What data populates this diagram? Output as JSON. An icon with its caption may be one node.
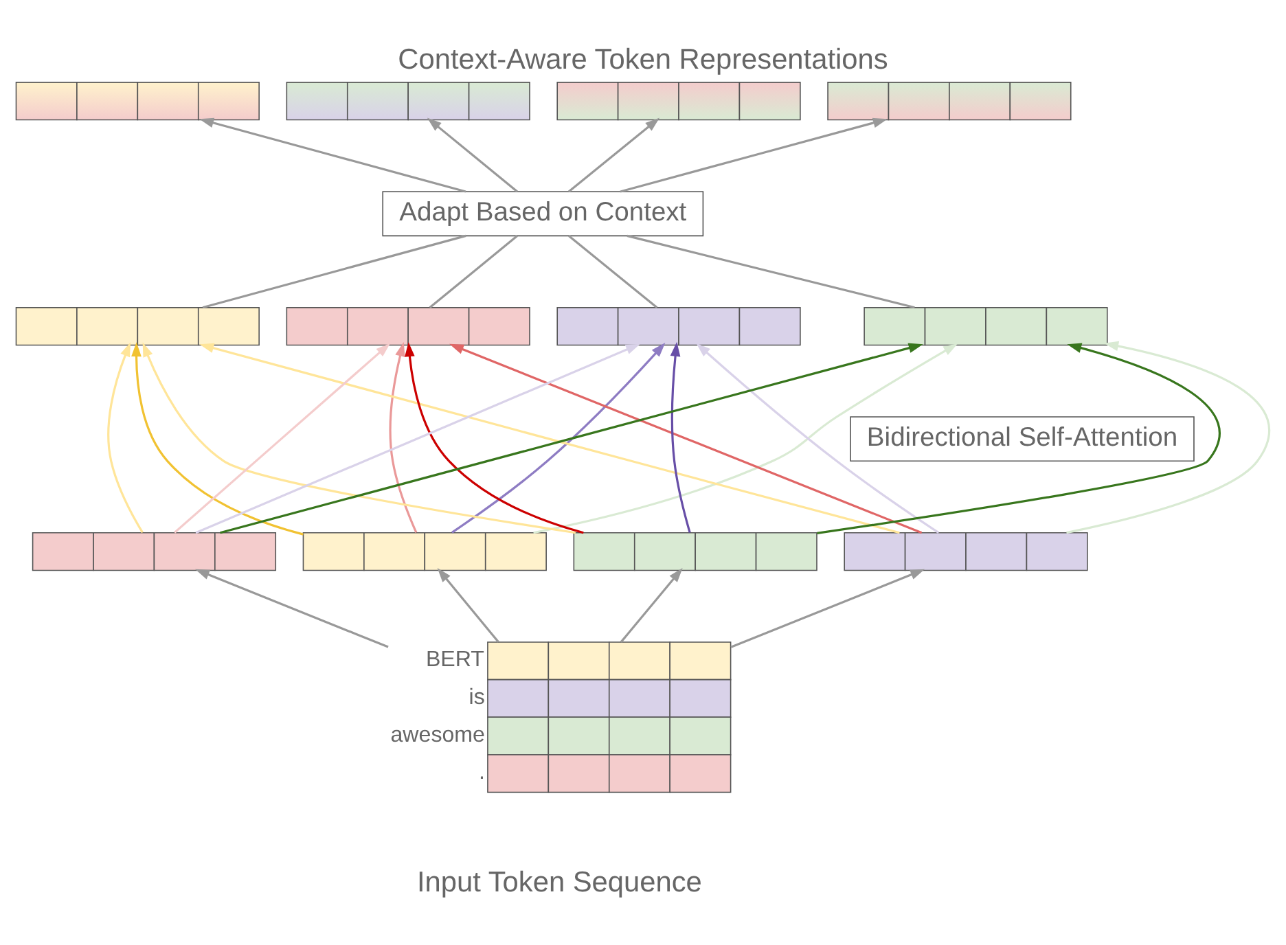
{
  "diagram": {
    "title": "Context-Aware Token Representations",
    "caption": "Input Token Sequence",
    "nodes": [
      {
        "text": [],
        "shape": "bar"
      },
      {
        "text": [],
        "shape": "bar"
      },
      {
        "text": [],
        "shape": "bar"
      },
      {
        "text": [],
        "shape": "bar"
      },
      {
        "text": [
          "Adapt Based on Context"
        ]
      },
      {
        "text": [],
        "shape": "bar"
      },
      {
        "text": [],
        "shape": "bar"
      },
      {
        "text": [],
        "shape": "bar"
      },
      {
        "text": [],
        "shape": "bar"
      },
      {
        "text": [
          "Bidirectional Self-Attention"
        ]
      },
      {
        "text": [],
        "shape": "bar"
      },
      {
        "text": [],
        "shape": "bar"
      },
      {
        "text": [],
        "shape": "bar"
      },
      {
        "text": [],
        "shape": "bar"
      },
      {
        "text": [],
        "shape": "box",
        "beside": [
          "BERT",
          "is",
          "awesome",
          "."
        ]
      }
    ],
    "edges": [
      {
        "from": 14,
        "to": 10,
        "arrow": "to",
        "color": "#999999"
      },
      {
        "from": 14,
        "to": 11,
        "arrow": "to",
        "color": "#999999"
      },
      {
        "from": 14,
        "to": 12,
        "arrow": "to",
        "color": "#999999"
      },
      {
        "from": 14,
        "to": 13,
        "arrow": "to",
        "color": "#999999"
      },
      {
        "from": 10,
        "to": 5,
        "arrow": "to",
        "color": "#f1c232"
      },
      {
        "from": 11,
        "to": 5,
        "arrow": "to",
        "color": "#ffe599"
      },
      {
        "from": 12,
        "to": 5,
        "arrow": "to",
        "color": "#ffe599"
      },
      {
        "from": 13,
        "to": 5,
        "arrow": "to",
        "color": "#ffe599"
      },
      {
        "from": 10,
        "to": 6,
        "arrow": "to",
        "color": "#8e7cc3"
      },
      {
        "from": 11,
        "to": 6,
        "arrow": "to",
        "color": "#d9d2e9"
      },
      {
        "from": 12,
        "to": 6,
        "arrow": "to",
        "color": "#674ea7"
      },
      {
        "from": 13,
        "to": 6,
        "arrow": "to",
        "color": "#d9d2e9"
      },
      {
        "from": 10,
        "to": 7,
        "arrow": "to",
        "color": "#d9ead3"
      },
      {
        "from": 11,
        "to": 7,
        "arrow": "to",
        "color": "#d9ead3"
      },
      {
        "from": 12,
        "to": 7,
        "arrow": "to",
        "color": "#38761d"
      },
      {
        "from": 13,
        "to": 7,
        "arrow": "to",
        "color": "#38761d"
      },
      {
        "from": 10,
        "to": 8,
        "arrow": "to",
        "color": "#ea9999"
      },
      {
        "from": 11,
        "to": 8,
        "arrow": "to",
        "color": "#e06666"
      },
      {
        "from": 12,
        "to": 8,
        "arrow": "to",
        "color": "#cc0000"
      },
      {
        "from": 13,
        "to": 8,
        "arrow": "to",
        "color": "#f4cccc"
      },
      {
        "from": 5,
        "to": 4,
        "arrow": "none",
        "color": "#999999"
      },
      {
        "from": 6,
        "to": 4,
        "arrow": "none",
        "color": "#999999"
      },
      {
        "from": 7,
        "to": 4,
        "arrow": "none",
        "color": "#999999"
      },
      {
        "from": 8,
        "to": 4,
        "arrow": "none",
        "color": "#999999"
      },
      {
        "from": 4,
        "to": 0,
        "arrow": "to",
        "color": "#999999"
      },
      {
        "from": 4,
        "to": 1,
        "arrow": "to",
        "color": "#999999"
      },
      {
        "from": 4,
        "to": 2,
        "arrow": "to",
        "color": "#999999"
      },
      {
        "from": 4,
        "to": 3,
        "arrow": "to",
        "color": "#999999"
      }
    ]
  }
}
